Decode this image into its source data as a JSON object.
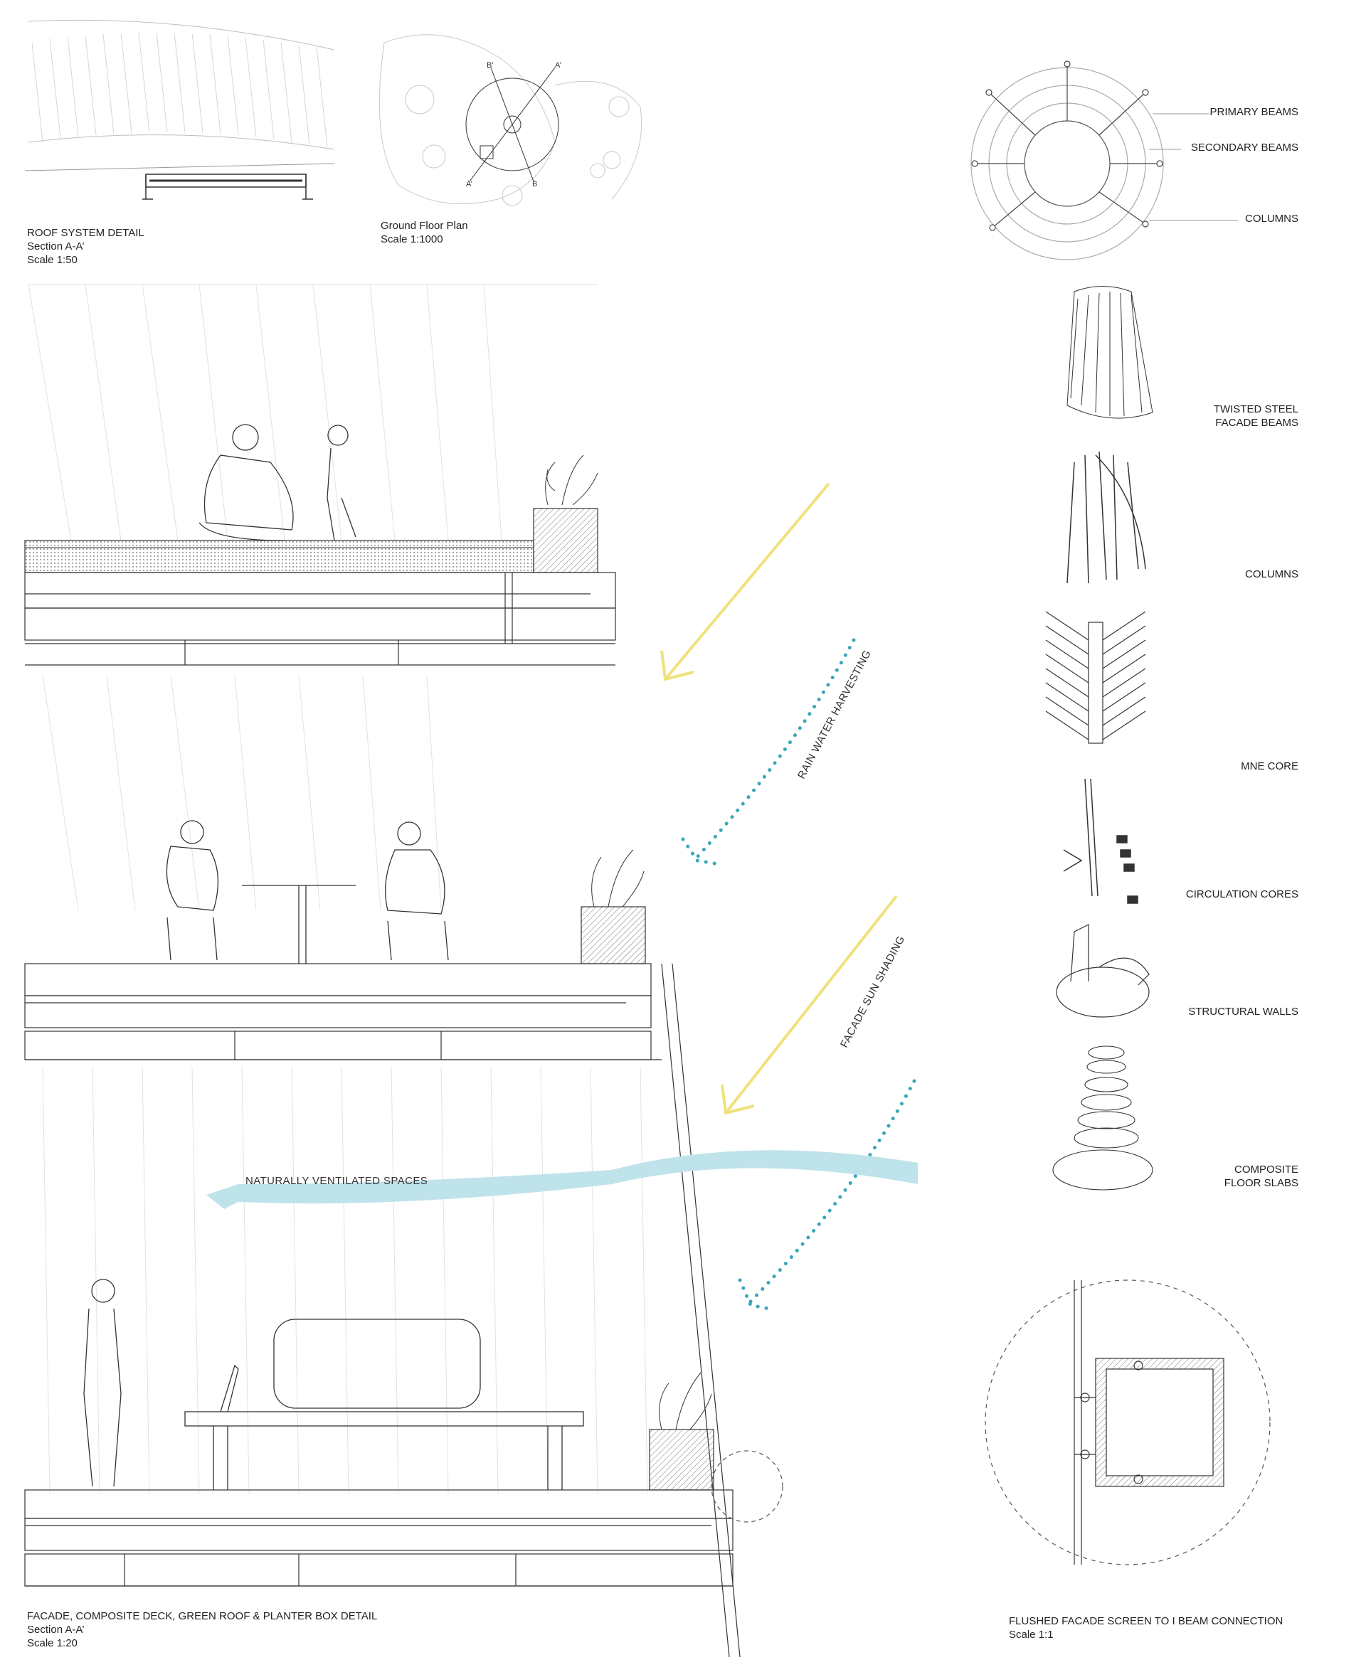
{
  "drawings": {
    "roof_detail": {
      "title": "ROOF SYSTEM DETAIL",
      "section": "Section A-A’",
      "scale": "Scale 1:50"
    },
    "ground_plan": {
      "title": "Ground Floor Plan",
      "scale": "Scale 1:1000",
      "markers": [
        "B’",
        "A’",
        "A’",
        "B"
      ]
    },
    "main_section": {
      "title": "FACADE, COMPOSITE  DECK, GREEN ROOF & PLANTER BOX DETAIL",
      "section": "Section A-A’",
      "scale": "Scale 1:20"
    },
    "connection_detail": {
      "title": "FLUSHED FACADE SCREEN TO I BEAM CONNECTION",
      "scale": "Scale 1:1"
    }
  },
  "roof_plan_labels": {
    "primary_beams": "PRIMARY BEAMS",
    "secondary_beams": "SECONDARY BEAMS",
    "columns": "COLUMNS"
  },
  "exploded_components": [
    {
      "line1": "TWISTED STEEL",
      "line2": "FACADE BEAMS"
    },
    {
      "line1": "COLUMNS",
      "line2": ""
    },
    {
      "line1": "MNE CORE",
      "line2": ""
    },
    {
      "line1": "CIRCULATION CORES",
      "line2": ""
    },
    {
      "line1": "STRUCTURAL WALLS",
      "line2": ""
    },
    {
      "line1": "COMPOSITE",
      "line2": "FLOOR SLABS"
    }
  ],
  "flows": {
    "rain": "RAIN WATER HARVESTING",
    "sun": "FACADE SUN SHADING",
    "vent": "NATURALLY VENTILATED SPACES"
  },
  "colors": {
    "line": "#333333",
    "light_line": "#cfcfcf",
    "sun_arrow": "#f0e27a",
    "rain_dots": "#3aa6b9",
    "vent_arrow": "#bfe3ea"
  }
}
